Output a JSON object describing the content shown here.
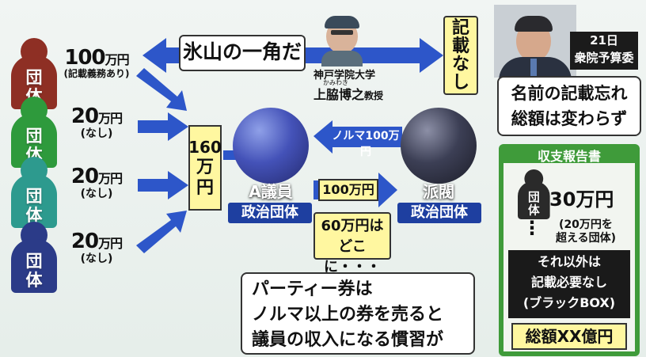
{
  "donors": [
    {
      "label": [
        "団",
        "体"
      ],
      "amount": "100",
      "unit": "万円",
      "note": "(記載義務あり)",
      "color": "#8e2f24"
    },
    {
      "label": [
        "団",
        "体"
      ],
      "amount": "20",
      "unit": "万円",
      "note": "(なし)",
      "color": "#2e9a3c"
    },
    {
      "label": [
        "団",
        "体"
      ],
      "amount": "20",
      "unit": "万円",
      "note": "(なし)",
      "color": "#2d9a8e"
    },
    {
      "label": [
        "団",
        "体"
      ],
      "amount": "20",
      "unit": "万円",
      "note": "(なし)",
      "color": "#2b3b88"
    }
  ],
  "total_box": "160万円",
  "top_caption": "氷山の一角だ",
  "right_vertical": "記載なし",
  "professor": {
    "affiliation": "神戸学院大学",
    "furigana": "かみわき",
    "name": "上脇博之",
    "title": "教授"
  },
  "politician": {
    "label": "A議員",
    "sub": "政治団体"
  },
  "faction": {
    "label": "派閥",
    "sub": "政治団体"
  },
  "quota_arrow": "ノルマ100万円",
  "flow_arrow": "100万円",
  "question_box": [
    "60万円は",
    "どこに・・・"
  ],
  "bottom_caption": [
    "パーティー券は",
    "ノルマ以上の券を売ると",
    "議員の収入になる慣習が"
  ],
  "committee": {
    "date": "21日",
    "name": "衆院予算委"
  },
  "pm_quote": [
    "名前の記載忘れ",
    "総額は変わらず"
  ],
  "report": {
    "header": "収支報告書",
    "group_label": [
      "団",
      "体"
    ],
    "amount": "30万円",
    "dots": "⋮",
    "over_note": [
      "(20万円を",
      "超える団体)"
    ],
    "blackbox": [
      "それ以外は",
      "記載必要なし",
      "(ブラックBOX)"
    ],
    "total": "総額XX億円"
  },
  "colors": {
    "arrow_blue": "#2d56c9",
    "green_panel": "#3f9b3a",
    "yellow": "#fff7a0"
  }
}
